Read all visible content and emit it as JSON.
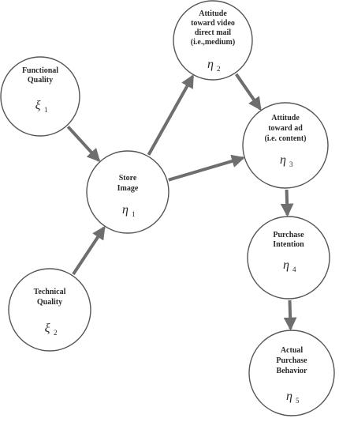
{
  "diagram": {
    "nodes": [
      {
        "id": "functional-quality",
        "label_lines": [
          "Functional",
          "Quality"
        ],
        "symbol": "ξ",
        "subscript": "1"
      },
      {
        "id": "technical-quality",
        "label_lines": [
          "Technical",
          "Quality"
        ],
        "symbol": "ξ",
        "subscript": "2"
      },
      {
        "id": "store-image",
        "label_lines": [
          "Store",
          "Image"
        ],
        "symbol": "η",
        "subscript": "1"
      },
      {
        "id": "attitude-video-mail",
        "label_lines": [
          "Attitude",
          "toward video",
          "direct mail",
          "(i.e.,medium)"
        ],
        "symbol": "η",
        "subscript": "2"
      },
      {
        "id": "attitude-ad",
        "label_lines": [
          "Attitude",
          "toward ad",
          "(i.e. content)"
        ],
        "symbol": "η",
        "subscript": "3"
      },
      {
        "id": "purchase-intention",
        "label_lines": [
          "Purchase",
          "Intention"
        ],
        "symbol": "η",
        "subscript": "4"
      },
      {
        "id": "actual-purchase-behavior",
        "label_lines": [
          "Actual",
          "Purchase",
          "Behavior"
        ],
        "symbol": "η",
        "subscript": "5"
      }
    ],
    "edges": [
      {
        "from": "functional-quality",
        "to": "store-image"
      },
      {
        "from": "technical-quality",
        "to": "store-image"
      },
      {
        "from": "store-image",
        "to": "attitude-video-mail"
      },
      {
        "from": "store-image",
        "to": "attitude-ad"
      },
      {
        "from": "attitude-video-mail",
        "to": "attitude-ad"
      },
      {
        "from": "attitude-ad",
        "to": "purchase-intention"
      },
      {
        "from": "purchase-intention",
        "to": "actual-purchase-behavior"
      }
    ],
    "colors": {
      "arrow": "#6e6e6e",
      "circle_stroke": "#555555",
      "text": "#2a2a2a"
    }
  }
}
